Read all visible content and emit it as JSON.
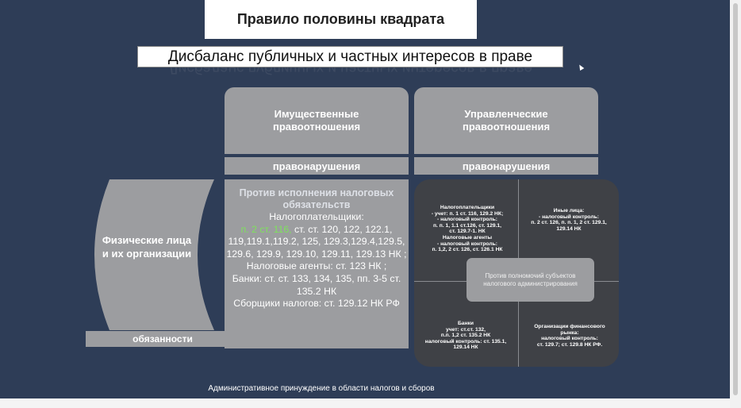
{
  "slide": {
    "title": "Правило половины квадрата",
    "subtitle": "Дисбаланс публичных и частных интересов в праве",
    "columns": [
      {
        "heading": "Имущественные правоотношения",
        "sub": "правонарушения"
      },
      {
        "heading": "Управленческие правоотношения",
        "sub": "правонарушения"
      }
    ],
    "left_label": "Физические лица и их организации",
    "left_bottom": "обязанности",
    "center": {
      "title": "Против исполнения налоговых обязательств",
      "line1": "Налогоплательщики:",
      "green": "п. 2 ст. 116,",
      "line2_rest": " ст. ст. 120, 122, 122.1, 119,119.1,119.2, 125, 129.3,129.4,129.5, 129.6, 129.9, 129.10, 129.11, 129.13 НК ;",
      "line3": "Налоговые агенты: ст. 123 НК ;",
      "line4": "Банки: ст. ст. 133, 134, 135, пп. 3-5 ст. 135.2 НК",
      "line5": "Сборщики налогов: ст. 129.12 НК РФ"
    },
    "quadrants": {
      "top_left": "Налогоплательщики\n- учет: п. 1 ст. 116, 129.2 НК;\n- налоговый контроль:\nп. п. 1, 1.1 ст.126, ст. 129.1,\nст. 129.7-1. НК\nНалоговые агенты\n- налоговый контроль:\nп. 1,2, 2 ст. 126, ст. 126.1 НК",
      "top_right": "Иные лица:\n- налоговый контроль:\nп. 2 ст. 126, п. п. 1, 2 ст. 129.1,\n129.14 НК",
      "bottom_left": "Банки\nучет: ст.ст. 132,\nп.п. 1,2 ст. 135.2 НК\nналоговый контроль: ст. 135.1,\n129.14 НК",
      "bottom_right": "Организации финансового\nрынка:\nналоговый контроль:\nст. 129.7; ст. 129.8 НК РФ.",
      "center": "Против полномочий субъектов налогового администрирования"
    },
    "footer": "Административное принуждение в области налогов и сборов"
  },
  "colors": {
    "background": "#2e3d57",
    "panel_gray": "#9c9da0",
    "quad_dark": "#3f4146",
    "accent_green": "#7ee25c"
  }
}
